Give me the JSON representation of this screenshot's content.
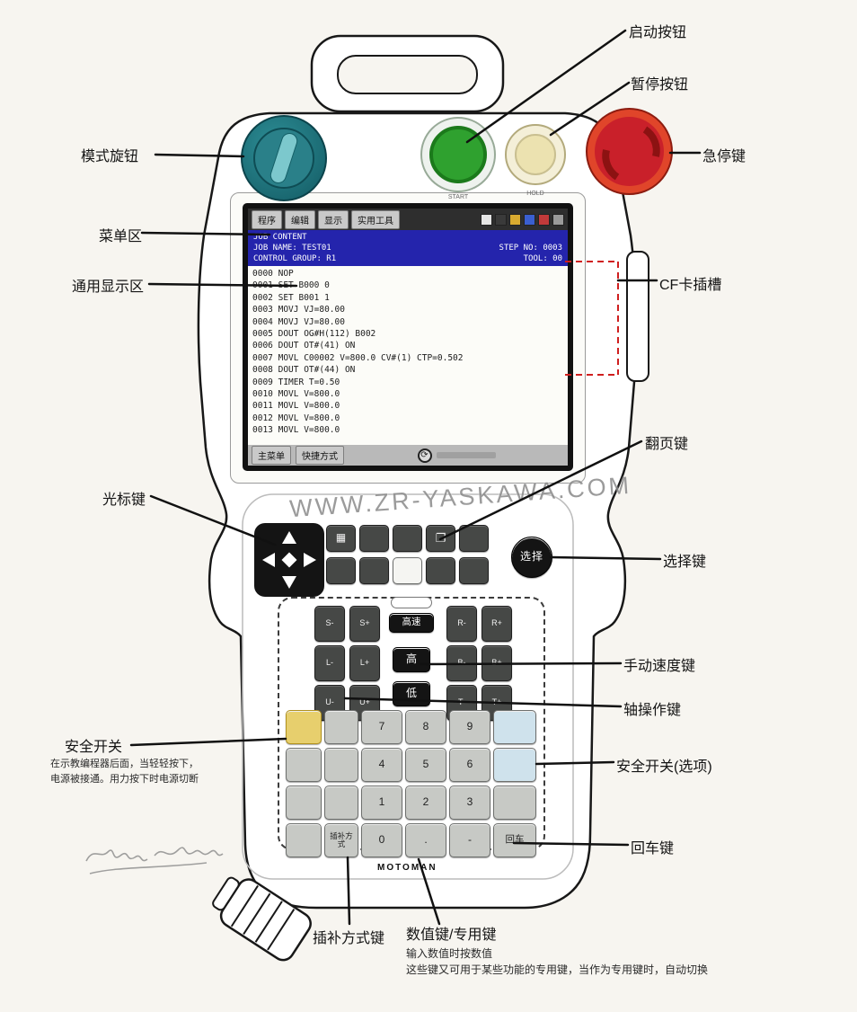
{
  "watermark": "WWW.ZR-YASKAWA.COM",
  "brand": "MOTOMAN",
  "colors": {
    "start_green": "#2fa12f",
    "hold_cream": "#ece2b0",
    "estop_red": "#c9202a",
    "knob_teal": "#2e8d96",
    "header_blue": "#2424ac",
    "cf_dashed_red": "#cf1f1f"
  },
  "callouts": {
    "start": "启动按钮",
    "pause": "暂停按钮",
    "estop": "急停键",
    "mode_knob": "模式旋钮",
    "menu_area": "菜单区",
    "display_area": "通用显示区",
    "cf_slot": "CF卡插槽",
    "page_key": "翻页键",
    "cursor_key": "光标键",
    "select_key": "选择键",
    "manual_speed_key": "手动速度键",
    "axis_key": "轴操作键",
    "safety_switch": "安全开关",
    "safety_switch_desc_1": "在示教编程器后面，当轻轻按下，",
    "safety_switch_desc_2": "电源被接通。用力按下时电源切断",
    "safety_switch_option": "安全开关(选项)",
    "enter_key": "回车键",
    "interpolation_key": "插补方式键",
    "numeric_key": "数值键/专用键",
    "numeric_desc_1": "输入数值时按数值",
    "numeric_desc_2": "这些键又可用于某些功能的专用键，当作为专用键时，自动切换"
  },
  "top_buttons": {
    "start_caption": "START",
    "hold_caption": "HOLD"
  },
  "screen": {
    "menu_items": [
      "程序",
      "编辑",
      "显示",
      "实用工具"
    ],
    "header": {
      "title": "JOB CONTENT",
      "job_name": "JOB NAME: TEST01",
      "control_group": "CONTROL GROUP: R1",
      "step_no": "STEP NO: 0003",
      "tool": "TOOL: 00"
    },
    "program_lines": [
      "0000 NOP",
      "0001 SET B000 0",
      "0002 SET B001 1",
      "0003 MOVJ VJ=80.00",
      "0004 MOVJ VJ=80.00",
      "0005 DOUT OG#H(112) B002",
      "0006 DOUT OT#(41) ON",
      "0007 MOVL C00002 V=800.0 CV#(1) CTP=0.502",
      "0008 DOUT OT#(44) ON",
      "0009 TIMER T=0.50",
      "0010 MOVL V=800.0",
      "0011 MOVL V=800.0",
      "0012 MOVL V=800.0",
      "0013 MOVL V=800.0"
    ],
    "footer": {
      "main_menu": "主菜单",
      "shortcut": "快捷方式"
    }
  },
  "keys": {
    "select": "选择",
    "speed_high": "高速",
    "speed_up": "高",
    "speed_down": "低",
    "enter": "回车",
    "interpolation": "插补方式",
    "page_icon": "❐",
    "area_icon": "▦",
    "numpad": [
      "7",
      "8",
      "9",
      "4",
      "5",
      "6",
      "1",
      "2",
      "3",
      "0",
      ".",
      "-"
    ],
    "axis_left": [
      "S-",
      "S+",
      "L-",
      "L+",
      "U-",
      "U+"
    ],
    "axis_right": [
      "R-",
      "R+",
      "B-",
      "B+",
      "T-",
      "T+"
    ]
  }
}
